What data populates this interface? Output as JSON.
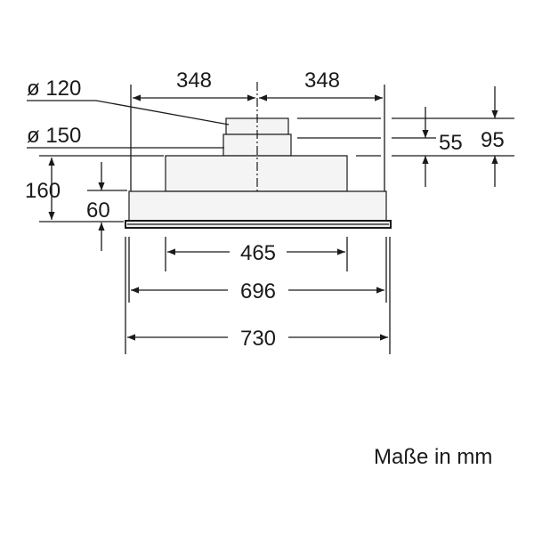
{
  "dimensions": {
    "diameter_outer": "ø 120",
    "diameter_inner": "ø 150",
    "half_width_left": "348",
    "half_width_right": "348",
    "height_total": "160",
    "height_base": "60",
    "height_step": "55",
    "height_top": "95",
    "width_465": "465",
    "width_696": "696",
    "width_730": "730"
  },
  "caption": "Maße in mm"
}
